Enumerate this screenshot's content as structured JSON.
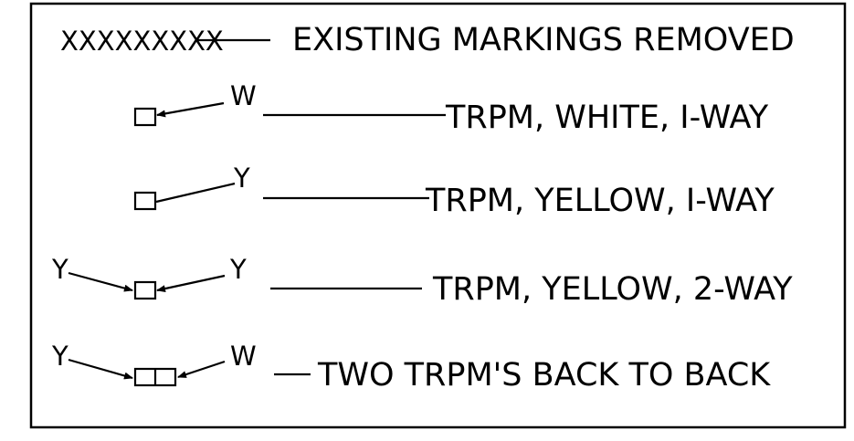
{
  "legend": {
    "row1": {
      "symbol": "XXXXXXXXX",
      "text": "EXISTING MARKINGS REMOVED"
    },
    "row2": {
      "right_letter": "W",
      "text": "TRPM, WHITE, I-WAY"
    },
    "row3": {
      "right_letter": "Y",
      "text": "TRPM, YELLOW, I-WAY"
    },
    "row4": {
      "left_letter": "Y",
      "right_letter": "Y",
      "text": "TRPM, YELLOW, 2-WAY"
    },
    "row5": {
      "left_letter": "Y",
      "right_letter": "W",
      "text": "TWO TRPM'S BACK TO BACK"
    }
  }
}
